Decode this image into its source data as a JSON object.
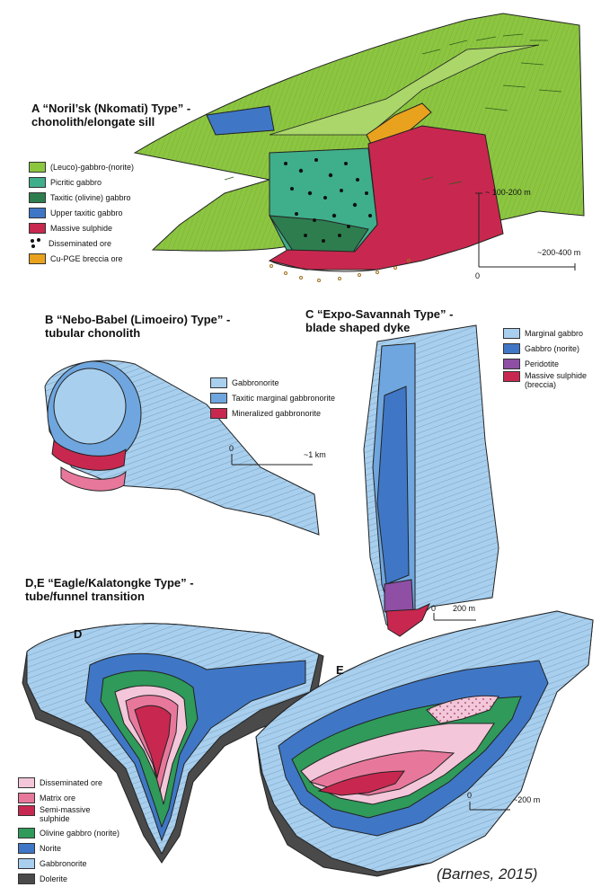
{
  "panel_a": {
    "title_line1": "A “Noril’sk (Nkomati) Type” -",
    "title_line2": "chonolith/elongate sill",
    "legend": [
      {
        "label": "(Leuco)-gabbro-(norite)",
        "color": "#8cc63f"
      },
      {
        "label": "Picritic gabbro",
        "color": "#3fae8b"
      },
      {
        "label": "Taxitic (olivine) gabbro",
        "color": "#2e7d4f"
      },
      {
        "label": "Upper taxitic gabbro",
        "color": "#3f77c6"
      },
      {
        "label": "Massive sulphide",
        "color": "#c8284f"
      },
      {
        "label": "Disseminated ore",
        "color": "#111111"
      },
      {
        "label": "Cu-PGE breccia ore",
        "color": "#e9a21e"
      }
    ],
    "scale_vertical": "~ 100-200 m",
    "scale_horizontal": "~200-400 m",
    "scale_zero": "0"
  },
  "panel_b": {
    "title_line1": "B “Nebo-Babel (Limoeiro) Type” -",
    "title_line2": "tubular chonolith",
    "legend": [
      {
        "label": "Gabbronorite",
        "color": "#a8cfee"
      },
      {
        "label": "Taxitic marginal gabbronorite",
        "color": "#6fa6df"
      },
      {
        "label": "Mineralized gabbronorite",
        "color": "#c8284f"
      }
    ],
    "scale_zero": "0",
    "scale_label": "~1 km"
  },
  "panel_c": {
    "title_line1": "C “Expo-Savannah Type” -",
    "title_line2": "blade shaped dyke",
    "legend": [
      {
        "label": "Marginal gabbro",
        "color": "#a8cfee"
      },
      {
        "label": "Gabbro (norite)",
        "color": "#3f77c6"
      },
      {
        "label": "Peridotite",
        "color": "#8e4fa5"
      },
      {
        "label": "Massive sulphide (breccia)",
        "color": "#c8284f"
      }
    ],
    "scale_zero": "0",
    "scale_label": "200 m"
  },
  "panel_de": {
    "title_line1": "D,E “Eagle/Kalatongke Type” -",
    "title_line2": "tube/funnel transition",
    "label_d": "D",
    "label_e": "E",
    "legend": [
      {
        "label": "Disseminated ore",
        "color": "#f3c6d9"
      },
      {
        "label": "Matrix ore",
        "color": "#e7789c"
      },
      {
        "label": "Semi-massive sulphide",
        "color": "#c8284f"
      },
      {
        "label": "Olivine gabbro (norite)",
        "color": "#2f9a5a"
      },
      {
        "label": "Norite",
        "color": "#3f77c6"
      },
      {
        "label": "Gabbronorite",
        "color": "#a8cfee"
      },
      {
        "label": "Dolerite",
        "color": "#4a4a4a"
      }
    ],
    "scale_zero": "0",
    "scale_label": "~200 m"
  },
  "citation": "(Barnes, 2015)"
}
